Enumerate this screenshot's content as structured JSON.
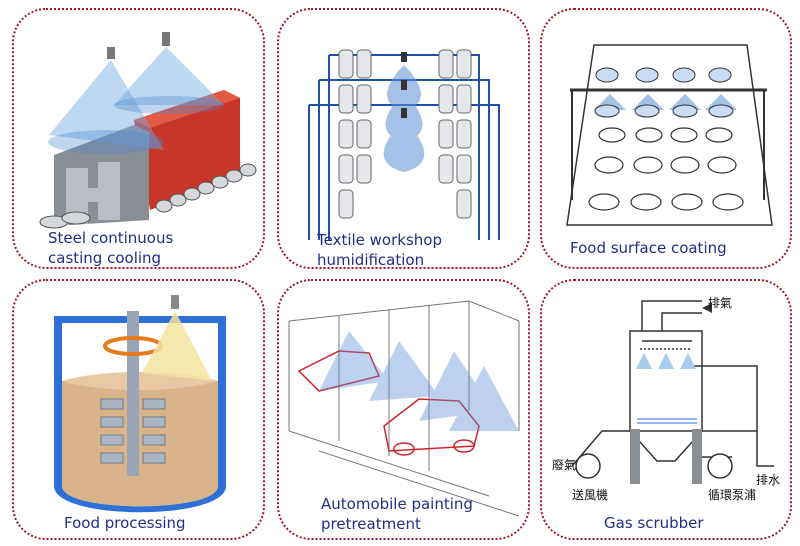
{
  "panels": [
    {
      "caption_line1": "Steel continuous",
      "caption_line2": "casting cooling"
    },
    {
      "caption_line1": "Textile workshop",
      "caption_line2": "humidification"
    },
    {
      "caption_line1": "Food surface coating"
    },
    {
      "caption_line1": "Food processing"
    },
    {
      "caption_line1": "Automobile painting",
      "caption_line2": "pretreatment"
    },
    {
      "caption_line1": "Gas scrubber"
    }
  ],
  "scrubber_labels": {
    "exhaust": "排氣",
    "waste_gas": "廢氣",
    "blower": "送風機",
    "pump": "循環泵浦",
    "drain": "排水"
  },
  "colors": {
    "border": "#a3142a",
    "caption": "#1f2f86",
    "spray": "#5b8fd6",
    "frame": "#1f4fa8",
    "steel_red": "#c8362a",
    "liquid": "#d9b48a"
  }
}
